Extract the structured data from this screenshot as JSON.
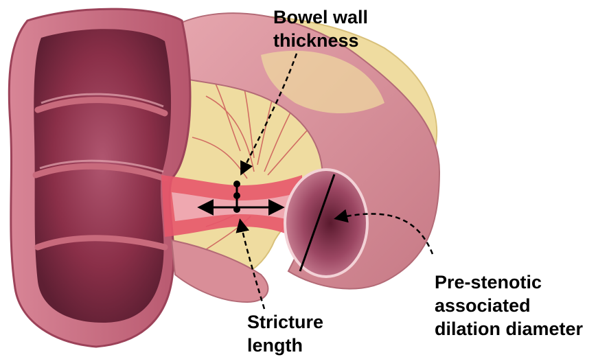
{
  "labels": {
    "bowel_wall_thickness": [
      "Bowel wall",
      "thickness"
    ],
    "stricture_length": [
      "Stricture",
      "length"
    ],
    "dilation_diameter": [
      "Pre-stenotic",
      "associated",
      "dilation diameter"
    ]
  },
  "colors": {
    "colon_outer": "#c86a7c",
    "colon_inner": "#8a2f48",
    "colon_highlight": "#e6a9b3",
    "fat_tissue": "#efdca0",
    "vessels": "#c8484f",
    "stricture": "#e7566a",
    "ileum": "#d98e98",
    "ileum_lumen": "#8c3550",
    "mucosa_pink": "#f0b9c0",
    "annotation": "#000000"
  },
  "icons": [
    "bowel-anatomy-illustration",
    "double-headed-arrow",
    "dashed-pointer-arrow"
  ]
}
